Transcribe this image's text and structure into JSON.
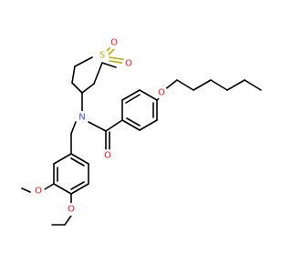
{
  "colors": {
    "bond": "#000000",
    "oxygen": "#ff0d0d",
    "sulfur": "#b2b200",
    "nitrogen": "#3050f8"
  },
  "atoms": [
    {
      "id": "n1",
      "element": "N",
      "label": "N",
      "color": "#3050f8"
    },
    {
      "id": "s1",
      "element": "S",
      "label": "S",
      "color": "#b2b200"
    },
    {
      "id": "o_s1",
      "element": "O",
      "label": "O",
      "color": "#ff0d0d"
    },
    {
      "id": "o_s2",
      "element": "O",
      "label": "O",
      "color": "#ff0d0d"
    },
    {
      "id": "o_c",
      "element": "O",
      "label": "O",
      "color": "#ff0d0d"
    },
    {
      "id": "o_e",
      "element": "O",
      "label": "O",
      "color": "#ff0d0d"
    },
    {
      "id": "o_m1",
      "element": "O",
      "label": "O",
      "color": "#ff0d0d"
    },
    {
      "id": "o_m2",
      "element": "O",
      "label": "O",
      "color": "#ff0d0d"
    }
  ]
}
